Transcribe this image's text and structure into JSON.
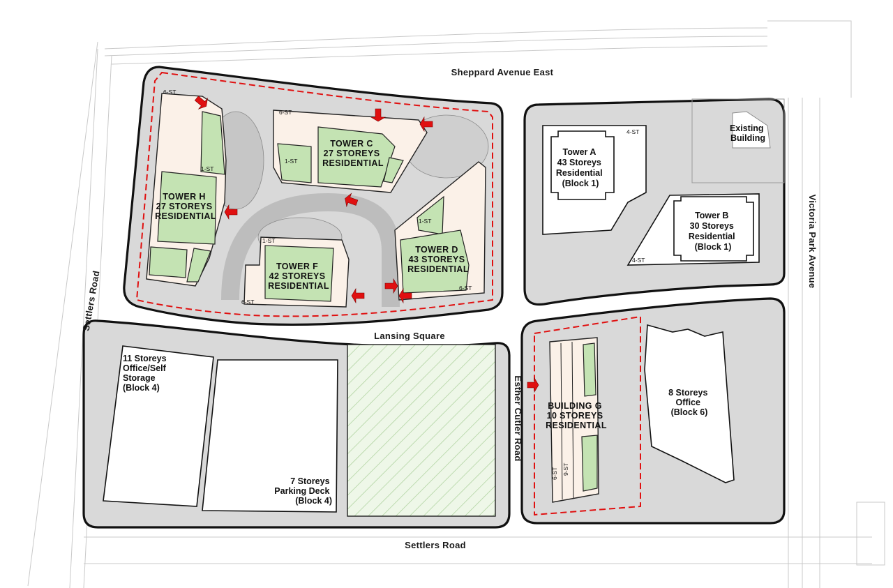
{
  "roads": {
    "north": "Sheppard Avenue East",
    "lansing": "Lansing Square",
    "south": "Settlers Road",
    "west": "Settlers Road",
    "esther": "Esther Cutler Road",
    "east": "Victoria Park Avenue"
  },
  "buildings": {
    "tower_a": [
      "Tower A",
      "43 Storeys",
      "Residential",
      "(Block 1)"
    ],
    "tower_b": [
      "Tower B",
      "30 Storeys",
      "Residential",
      "(Block 1)"
    ],
    "existing": [
      "Existing",
      "Building"
    ],
    "tower_c": [
      "TOWER C",
      "27 STOREYS",
      "RESIDENTIAL"
    ],
    "tower_h": [
      "TOWER H",
      "27 STOREYS",
      "RESIDENTIAL"
    ],
    "tower_f": [
      "TOWER F",
      "42 STOREYS",
      "RESIDENTIAL"
    ],
    "tower_d": [
      "TOWER D",
      "43 STOREYS",
      "RESIDENTIAL"
    ],
    "building_g": [
      "BUILDING G",
      "10 STOREYS",
      "RESIDENTIAL"
    ],
    "block4_office": [
      "11 Storeys",
      "Office/Self",
      "Storage",
      "(Block 4)"
    ],
    "block4_parking": [
      "7 Storeys",
      "Parking Deck",
      "(Block 4)"
    ],
    "block6_office": [
      "8 Storeys",
      "Office",
      "(Block 6)"
    ]
  },
  "storey_tags": {
    "st6": "6-ST",
    "st4": "4-ST",
    "st1": "1-ST",
    "st9": "9-ST"
  },
  "colors": {
    "block_fill": "#d9d9d9",
    "podium_fill": "#fbf1e8",
    "green_roof": "#c4e3b3",
    "site_boundary": "#e01010",
    "hatch": "#a9cf98"
  }
}
